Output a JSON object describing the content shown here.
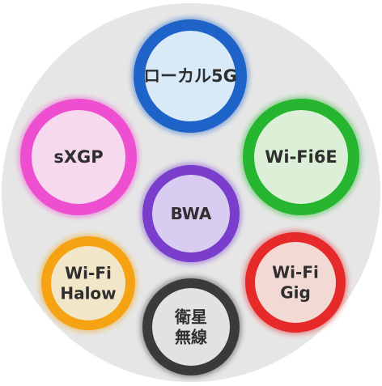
{
  "nodes": [
    {
      "id": "local5g",
      "lines": [
        "ローカル5G"
      ],
      "ring_color": "#1e63c8",
      "fill_color": "#d8eaf7"
    },
    {
      "id": "sxgp",
      "lines": [
        "sXGP"
      ],
      "ring_color": "#ee4fd0",
      "fill_color": "#f6d9ef"
    },
    {
      "id": "wifi6e",
      "lines": [
        "Wi-Fi6E"
      ],
      "ring_color": "#25b52f",
      "fill_color": "#dcf0d7"
    },
    {
      "id": "bwa",
      "lines": [
        "BWA"
      ],
      "ring_color": "#7a3dcc",
      "fill_color": "#d8cdf0"
    },
    {
      "id": "wifihalow",
      "lines": [
        "Wi-Fi",
        "Halow"
      ],
      "ring_color": "#f5a313",
      "fill_color": "#f2e6c8"
    },
    {
      "id": "wifigig",
      "lines": [
        "Wi-Fi",
        "Gig"
      ],
      "ring_color": "#e62a2a",
      "fill_color": "#f3d9d3"
    },
    {
      "id": "satellite",
      "lines": [
        "衛星",
        "無線"
      ],
      "ring_color": "#3a3a3a",
      "fill_color": "#e2e2e2"
    }
  ],
  "colors": {
    "outer_background": "#e6e6e6"
  }
}
